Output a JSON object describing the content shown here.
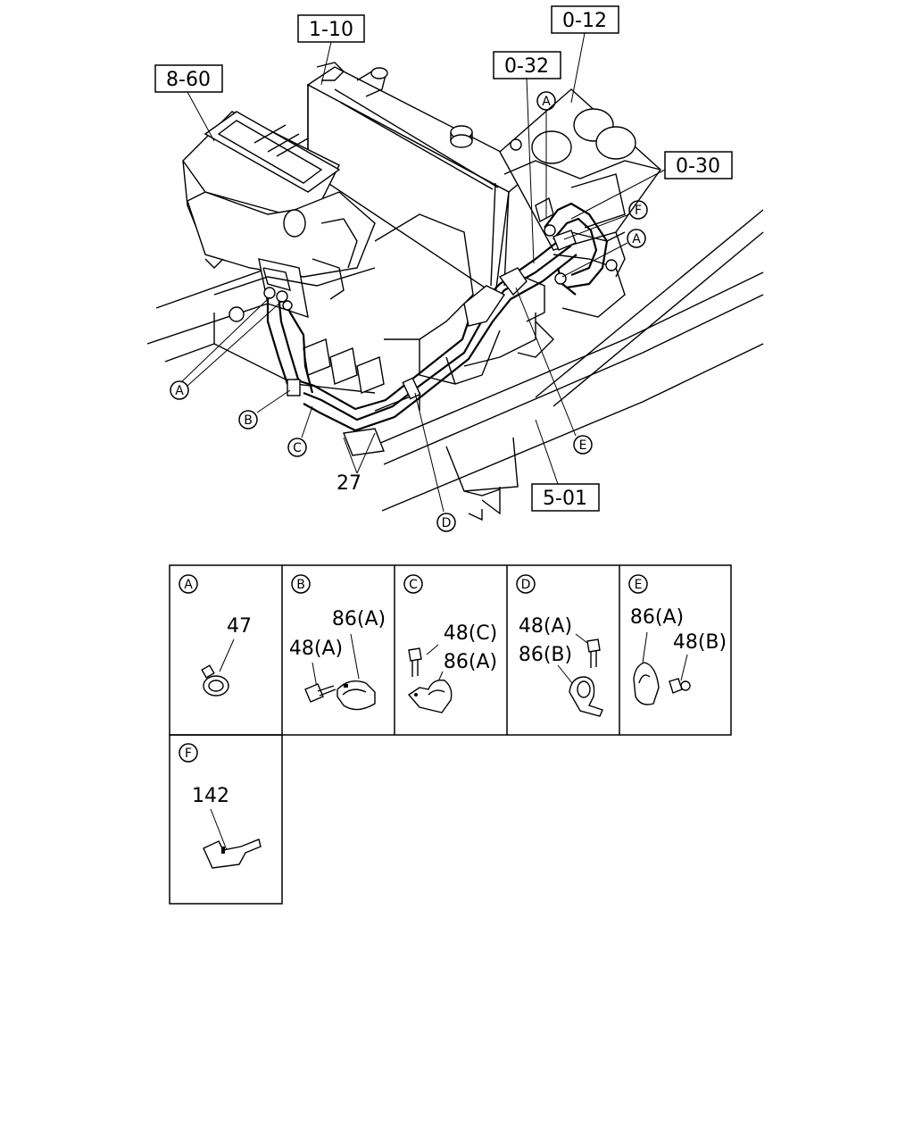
{
  "refs": {
    "r_1_10": "1-10",
    "r_0_12": "0-12",
    "r_8_60": "8-60",
    "r_0_32": "0-32",
    "r_0_30": "0-30",
    "r_5_01": "5-01"
  },
  "callouts": {
    "a_top": "A",
    "a_right": "A",
    "a_left": "A",
    "f": "F",
    "b": "B",
    "c": "C",
    "d": "D",
    "e": "E"
  },
  "part_27": "27",
  "details": {
    "A": {
      "letter": "A",
      "p1": "47"
    },
    "B": {
      "letter": "B",
      "p1": "86(A)",
      "p2": "48(A)"
    },
    "C": {
      "letter": "C",
      "p1": "48(C)",
      "p2": "86(A)"
    },
    "D": {
      "letter": "D",
      "p1": "48(A)",
      "p2": "86(B)"
    },
    "E": {
      "letter": "E",
      "p1": "86(A)",
      "p2": "48(B)"
    },
    "F": {
      "letter": "F",
      "p1": "142"
    }
  }
}
